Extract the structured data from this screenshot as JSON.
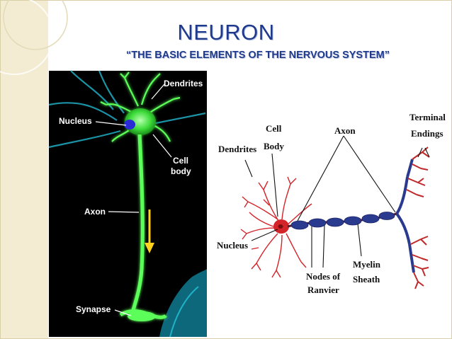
{
  "slide": {
    "title": "NEURON",
    "subtitle": "“THE BASIC ELEMENTS OF THE NERVOUS SYSTEM”"
  },
  "left_figure": {
    "labels": {
      "dendrites": "Dendrites",
      "nucleus": "Nucleus",
      "cell": "Cell",
      "body": "body",
      "axon": "Axon",
      "synapse": "Synapse"
    }
  },
  "right_figure": {
    "labels": {
      "dendrites": "Dendrites",
      "cell": "Cell",
      "body": "Body",
      "axon": "Axon",
      "terminal": "Terminal",
      "endings": "Endings",
      "nucleus": "Nucleus",
      "nodes_of": "Nodes of",
      "ranvier": "Ranvier",
      "myelin": "Myelin",
      "sheath": "Sheath"
    }
  },
  "colors": {
    "title": "#1f3a8c",
    "neuron_glow": "#4cff4c",
    "cell_red": "#d4242a",
    "myelin_blue": "#2a3b8f"
  }
}
